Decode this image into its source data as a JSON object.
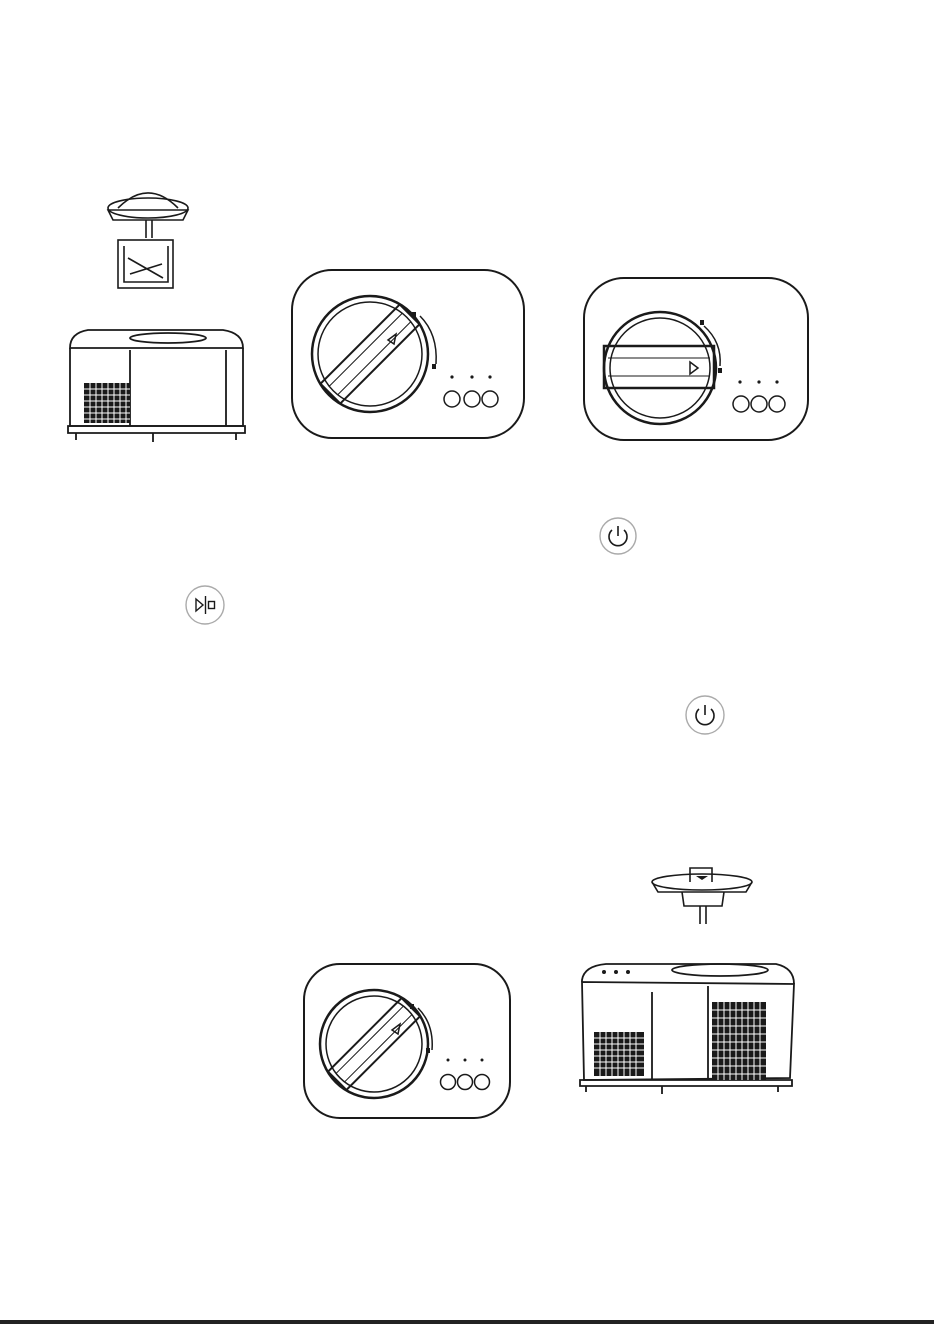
{
  "page": {
    "background": "#ffffff",
    "line_color": "#1a1a1a"
  },
  "figures": [
    {
      "id": "machine-paddle-insert",
      "icon": "ice-cream-maker-with-paddle-icon"
    },
    {
      "id": "control-panel-dial-unlocked",
      "icon": "control-panel-dial-unlocked-icon"
    },
    {
      "id": "control-panel-dial-locked",
      "icon": "control-panel-dial-locked-icon"
    },
    {
      "id": "power-button-1",
      "icon": "power-icon"
    },
    {
      "id": "start-stop-button",
      "icon": "play-pause-icon"
    },
    {
      "id": "power-button-2",
      "icon": "power-icon"
    },
    {
      "id": "control-panel-dial-unlocked-2",
      "icon": "control-panel-dial-unlocked-icon"
    },
    {
      "id": "machine-lid-removal",
      "icon": "ice-cream-maker-lid-icon"
    }
  ]
}
